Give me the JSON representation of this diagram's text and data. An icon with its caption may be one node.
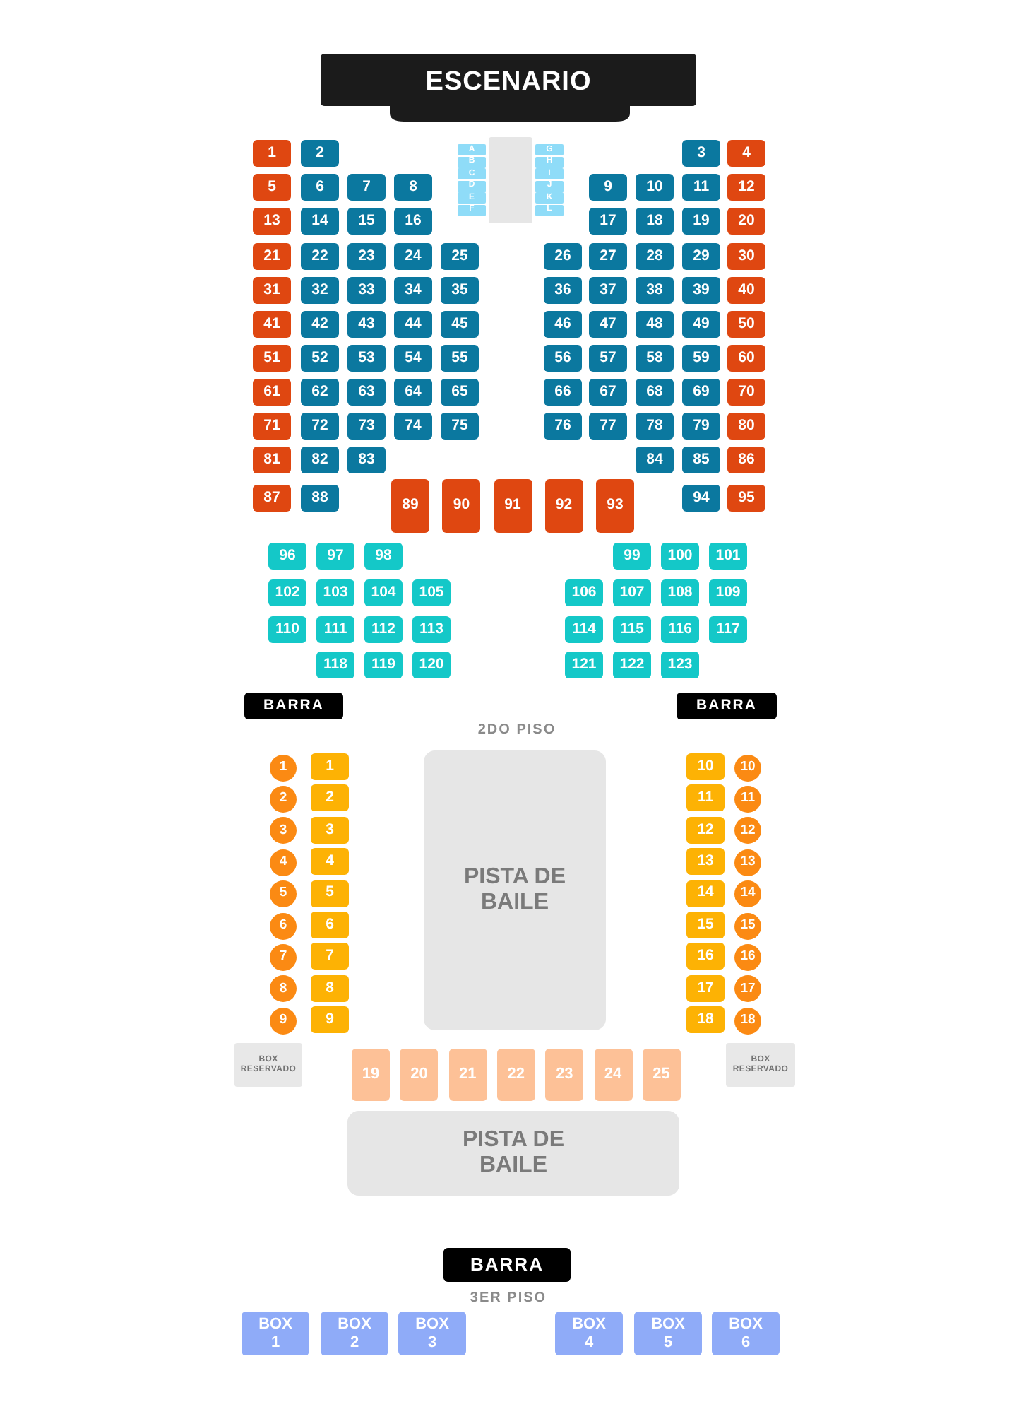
{
  "diagram": {
    "nodes": [
      {
        "text": [
          "ESCENARIO"
        ]
      },
      {
        "text": [
          "A"
        ]
      },
      {
        "text": [
          "B"
        ]
      },
      {
        "text": [
          "C"
        ]
      },
      {
        "text": [
          "D"
        ]
      },
      {
        "text": [
          "E"
        ]
      },
      {
        "text": [
          "F"
        ]
      },
      {
        "text": [],
        "shape": "box"
      },
      {
        "text": [
          "G"
        ]
      },
      {
        "text": [
          "H"
        ]
      },
      {
        "text": [
          "I"
        ]
      },
      {
        "text": [
          "J"
        ]
      },
      {
        "text": [
          "K"
        ]
      },
      {
        "text": [
          "L"
        ]
      },
      {
        "text": [
          "1"
        ]
      },
      {
        "text": [
          "2"
        ]
      },
      {
        "text": [
          "3"
        ]
      },
      {
        "text": [
          "4"
        ]
      },
      {
        "text": [
          "5"
        ]
      },
      {
        "text": [
          "6"
        ]
      },
      {
        "text": [
          "7"
        ]
      },
      {
        "text": [
          "8"
        ]
      },
      {
        "text": [
          "9"
        ]
      },
      {
        "text": [
          "10"
        ]
      },
      {
        "text": [
          "11"
        ]
      },
      {
        "text": [
          "12"
        ]
      },
      {
        "text": [
          "13"
        ]
      },
      {
        "text": [
          "14"
        ]
      },
      {
        "text": [
          "15"
        ]
      },
      {
        "text": [
          "16"
        ]
      },
      {
        "text": [
          "17"
        ]
      },
      {
        "text": [
          "18"
        ]
      },
      {
        "text": [
          "19"
        ]
      },
      {
        "text": [
          "20"
        ]
      },
      {
        "text": [
          "21"
        ]
      },
      {
        "text": [
          "22"
        ]
      },
      {
        "text": [
          "23"
        ]
      },
      {
        "text": [
          "24"
        ]
      },
      {
        "text": [
          "25"
        ]
      },
      {
        "text": [
          "26"
        ]
      },
      {
        "text": [
          "27"
        ]
      },
      {
        "text": [
          "28"
        ]
      },
      {
        "text": [
          "29"
        ]
      },
      {
        "text": [
          "30"
        ]
      },
      {
        "text": [
          "31"
        ]
      },
      {
        "text": [
          "32"
        ]
      },
      {
        "text": [
          "33"
        ]
      },
      {
        "text": [
          "34"
        ]
      },
      {
        "text": [
          "35"
        ]
      },
      {
        "text": [
          "36"
        ]
      },
      {
        "text": [
          "37"
        ]
      },
      {
        "text": [
          "38"
        ]
      },
      {
        "text": [
          "39"
        ]
      },
      {
        "text": [
          "40"
        ]
      },
      {
        "text": [
          "41"
        ]
      },
      {
        "text": [
          "42"
        ]
      },
      {
        "text": [
          "43"
        ]
      },
      {
        "text": [
          "44"
        ]
      },
      {
        "text": [
          "45"
        ]
      },
      {
        "text": [
          "46"
        ]
      },
      {
        "text": [
          "47"
        ]
      },
      {
        "text": [
          "48"
        ]
      },
      {
        "text": [
          "49"
        ]
      },
      {
        "text": [
          "50"
        ]
      },
      {
        "text": [
          "51"
        ]
      },
      {
        "text": [
          "52"
        ]
      },
      {
        "text": [
          "53"
        ]
      },
      {
        "text": [
          "54"
        ]
      },
      {
        "text": [
          "55"
        ]
      },
      {
        "text": [
          "56"
        ]
      },
      {
        "text": [
          "57"
        ]
      },
      {
        "text": [
          "58"
        ]
      },
      {
        "text": [
          "59"
        ]
      },
      {
        "text": [
          "60"
        ]
      },
      {
        "text": [
          "61"
        ]
      },
      {
        "text": [
          "62"
        ]
      },
      {
        "text": [
          "63"
        ]
      },
      {
        "text": [
          "64"
        ]
      },
      {
        "text": [
          "65"
        ]
      },
      {
        "text": [
          "66"
        ]
      },
      {
        "text": [
          "67"
        ]
      },
      {
        "text": [
          "68"
        ]
      },
      {
        "text": [
          "69"
        ]
      },
      {
        "text": [
          "70"
        ]
      },
      {
        "text": [
          "71"
        ]
      },
      {
        "text": [
          "72"
        ]
      },
      {
        "text": [
          "73"
        ]
      },
      {
        "text": [
          "74"
        ]
      },
      {
        "text": [
          "75"
        ]
      },
      {
        "text": [
          "76"
        ]
      },
      {
        "text": [
          "77"
        ]
      },
      {
        "text": [
          "78"
        ]
      },
      {
        "text": [
          "79"
        ]
      },
      {
        "text": [
          "80"
        ]
      },
      {
        "text": [
          "81"
        ]
      },
      {
        "text": [
          "82"
        ]
      },
      {
        "text": [
          "83"
        ]
      },
      {
        "text": [
          "84"
        ]
      },
      {
        "text": [
          "85"
        ]
      },
      {
        "text": [
          "86"
        ]
      },
      {
        "text": [
          "87"
        ]
      },
      {
        "text": [
          "88"
        ]
      },
      {
        "text": [
          "89"
        ]
      },
      {
        "text": [
          "90"
        ]
      },
      {
        "text": [
          "91"
        ]
      },
      {
        "text": [
          "92"
        ]
      },
      {
        "text": [
          "93"
        ]
      },
      {
        "text": [
          "94"
        ]
      },
      {
        "text": [
          "95"
        ]
      },
      {
        "text": [
          "96"
        ]
      },
      {
        "text": [
          "97"
        ]
      },
      {
        "text": [
          "98"
        ]
      },
      {
        "text": [
          "99"
        ]
      },
      {
        "text": [
          "100"
        ]
      },
      {
        "text": [
          "101"
        ]
      },
      {
        "text": [
          "102"
        ]
      },
      {
        "text": [
          "103"
        ]
      },
      {
        "text": [
          "104"
        ]
      },
      {
        "text": [
          "105"
        ]
      },
      {
        "text": [
          "106"
        ]
      },
      {
        "text": [
          "107"
        ]
      },
      {
        "text": [
          "108"
        ]
      },
      {
        "text": [
          "109"
        ]
      },
      {
        "text": [
          "110"
        ]
      },
      {
        "text": [
          "111"
        ]
      },
      {
        "text": [
          "112"
        ]
      },
      {
        "text": [
          "113"
        ]
      },
      {
        "text": [
          "114"
        ]
      },
      {
        "text": [
          "115"
        ]
      },
      {
        "text": [
          "116"
        ]
      },
      {
        "text": [
          "117"
        ]
      },
      {
        "text": [
          "118"
        ]
      },
      {
        "text": [
          "119"
        ]
      },
      {
        "text": [
          "120"
        ]
      },
      {
        "text": [
          "121"
        ]
      },
      {
        "text": [
          "122"
        ]
      },
      {
        "text": [
          "123"
        ]
      },
      {
        "text": [
          "BARRA"
        ]
      },
      {
        "text": [
          "BARRA"
        ]
      },
      {
        "text": [
          "1"
        ]
      },
      {
        "text": [
          "2"
        ]
      },
      {
        "text": [
          "3"
        ]
      },
      {
        "text": [
          "4"
        ]
      },
      {
        "text": [
          "5"
        ]
      },
      {
        "text": [
          "6"
        ]
      },
      {
        "text": [
          "7"
        ]
      },
      {
        "text": [
          "8"
        ]
      },
      {
        "text": [
          "9"
        ]
      },
      {
        "text": [
          "1"
        ]
      },
      {
        "text": [
          "2"
        ]
      },
      {
        "text": [
          "3"
        ]
      },
      {
        "text": [
          "4"
        ]
      },
      {
        "text": [
          "5"
        ]
      },
      {
        "text": [
          "6"
        ]
      },
      {
        "text": [
          "7"
        ]
      },
      {
        "text": [
          "8"
        ]
      },
      {
        "text": [
          "9"
        ]
      },
      {
        "text": [
          "PISTA DE BAILE"
        ]
      },
      {
        "text": [
          "10"
        ]
      },
      {
        "text": [
          "11"
        ]
      },
      {
        "text": [
          "12"
        ]
      },
      {
        "text": [
          "13"
        ]
      },
      {
        "text": [
          "14"
        ]
      },
      {
        "text": [
          "15"
        ]
      },
      {
        "text": [
          "16"
        ]
      },
      {
        "text": [
          "17"
        ]
      },
      {
        "text": [
          "18"
        ]
      },
      {
        "text": [
          "10"
        ]
      },
      {
        "text": [
          "11"
        ]
      },
      {
        "text": [
          "12"
        ]
      },
      {
        "text": [
          "13"
        ]
      },
      {
        "text": [
          "14"
        ]
      },
      {
        "text": [
          "15"
        ]
      },
      {
        "text": [
          "16"
        ]
      },
      {
        "text": [
          "17"
        ]
      },
      {
        "text": [
          "18"
        ]
      },
      {
        "text": [
          "BOX RESERVADO"
        ]
      },
      {
        "text": [
          "19"
        ]
      },
      {
        "text": [
          "20"
        ]
      },
      {
        "text": [
          "21"
        ]
      },
      {
        "text": [
          "22"
        ]
      },
      {
        "text": [
          "23"
        ]
      },
      {
        "text": [
          "24"
        ]
      },
      {
        "text": [
          "25"
        ]
      },
      {
        "text": [
          "BOX RESERVADO"
        ]
      },
      {
        "text": [
          "PISTA DE BAILE"
        ]
      },
      {
        "text": [
          "BARRA"
        ]
      },
      {
        "text": [
          "BOX 1"
        ]
      },
      {
        "text": [
          "BOX 2"
        ]
      },
      {
        "text": [
          "BOX 3"
        ]
      },
      {
        "text": [
          "BOX 4"
        ]
      },
      {
        "text": [
          "BOX 5"
        ]
      },
      {
        "text": [
          "BOX 6"
        ]
      }
    ],
    "labels": [
      "2DO PISO",
      "3ER PISO"
    ]
  }
}
